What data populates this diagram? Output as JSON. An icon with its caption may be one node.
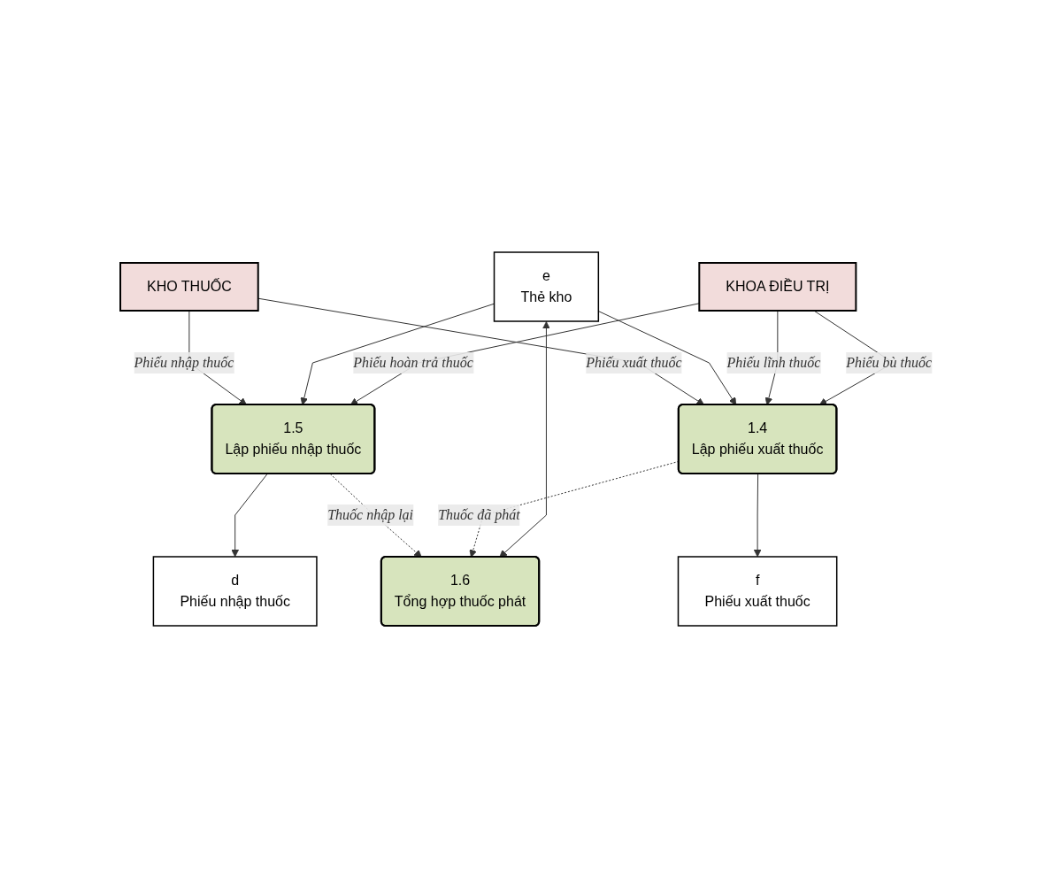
{
  "diagram": {
    "nodes": [
      {
        "text": [
          "KHOA ĐIỀU TRỊ"
        ]
      },
      {
        "text": [
          "d",
          "Phiếu nhập thuốc"
        ]
      },
      {
        "text": [
          "e",
          "Thẻ kho"
        ]
      },
      {
        "text": [
          "1.5",
          "Lập phiếu nhập thuốc"
        ]
      },
      {
        "text": [
          "1.6",
          "Tổng hợp thuốc phát"
        ]
      },
      {
        "text": [
          "1.4",
          "Lập phiếu xuất thuốc"
        ]
      },
      {
        "text": [
          "f",
          "Phiếu xuất thuốc"
        ]
      },
      {
        "text": [
          "KHO THUỐC"
        ]
      }
    ],
    "edges": [
      {
        "from": 0,
        "to": 3,
        "arrow": "to",
        "label": "Phiếu hoàn trả thuốc"
      },
      {
        "from": 0,
        "to": 5,
        "arrow": "to",
        "label": "Phiếu bù thuốc"
      },
      {
        "from": 0,
        "to": 5,
        "arrow": "to",
        "label": "Phiếu lĩnh thuốc"
      },
      {
        "from": 3,
        "to": 1,
        "arrow": "to"
      },
      {
        "from": 2,
        "to": 3,
        "arrow": "to"
      },
      {
        "from": 2,
        "to": 4,
        "arrow": "both"
      },
      {
        "from": 2,
        "to": 5,
        "arrow": "to"
      },
      {
        "from": 5,
        "to": 4,
        "arrow": "to",
        "label": "Thuốc đã phát",
        "style": "dashed"
      },
      {
        "from": 5,
        "to": 6,
        "arrow": "to"
      },
      {
        "from": 7,
        "to": 5,
        "arrow": "to",
        "label": "Phiếu xuất thuốc"
      },
      {
        "from": 7,
        "to": 3,
        "arrow": "to",
        "label": "Phiếu nhập thuốc"
      },
      {
        "from": 3,
        "to": 4,
        "arrow": "to",
        "label": "Thuốc nhập lại",
        "style": "dashed"
      }
    ]
  }
}
